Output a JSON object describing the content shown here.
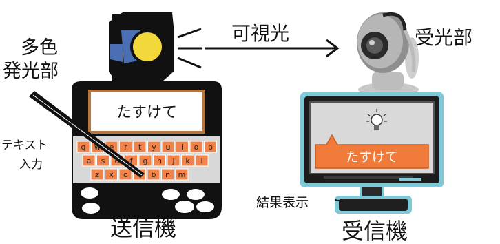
{
  "labels": {
    "visible_light": "可視光",
    "receiver_part": "受光部",
    "multicolor_line1": "多色",
    "multicolor_line2": "発光部",
    "text_input_line1": "テキスト",
    "text_input_line2": "入力",
    "result_display": "結果表示",
    "transmitter": "送信機",
    "receiver": "受信機"
  },
  "transmitter_screen_text": "たすけて",
  "receiver_bubble_text": "たすけて",
  "keyboard": {
    "rows": [
      [
        "q",
        "w",
        "e",
        "r",
        "t",
        "y",
        "u",
        "i",
        "o",
        "p"
      ],
      [
        "a",
        "s",
        "d",
        "f",
        "g",
        "h",
        "j",
        "k",
        "l"
      ],
      [
        "z",
        "x",
        "c",
        "v",
        "b",
        "n",
        "m"
      ]
    ]
  },
  "colors": {
    "device_body": "#111111",
    "light_lens": "#f2d83a",
    "light_blue": "#4a6fb5",
    "key_orange": "#f0844a",
    "bubble_orange": "#ef7a3a",
    "monitor_frame": "#7ec8d8"
  }
}
